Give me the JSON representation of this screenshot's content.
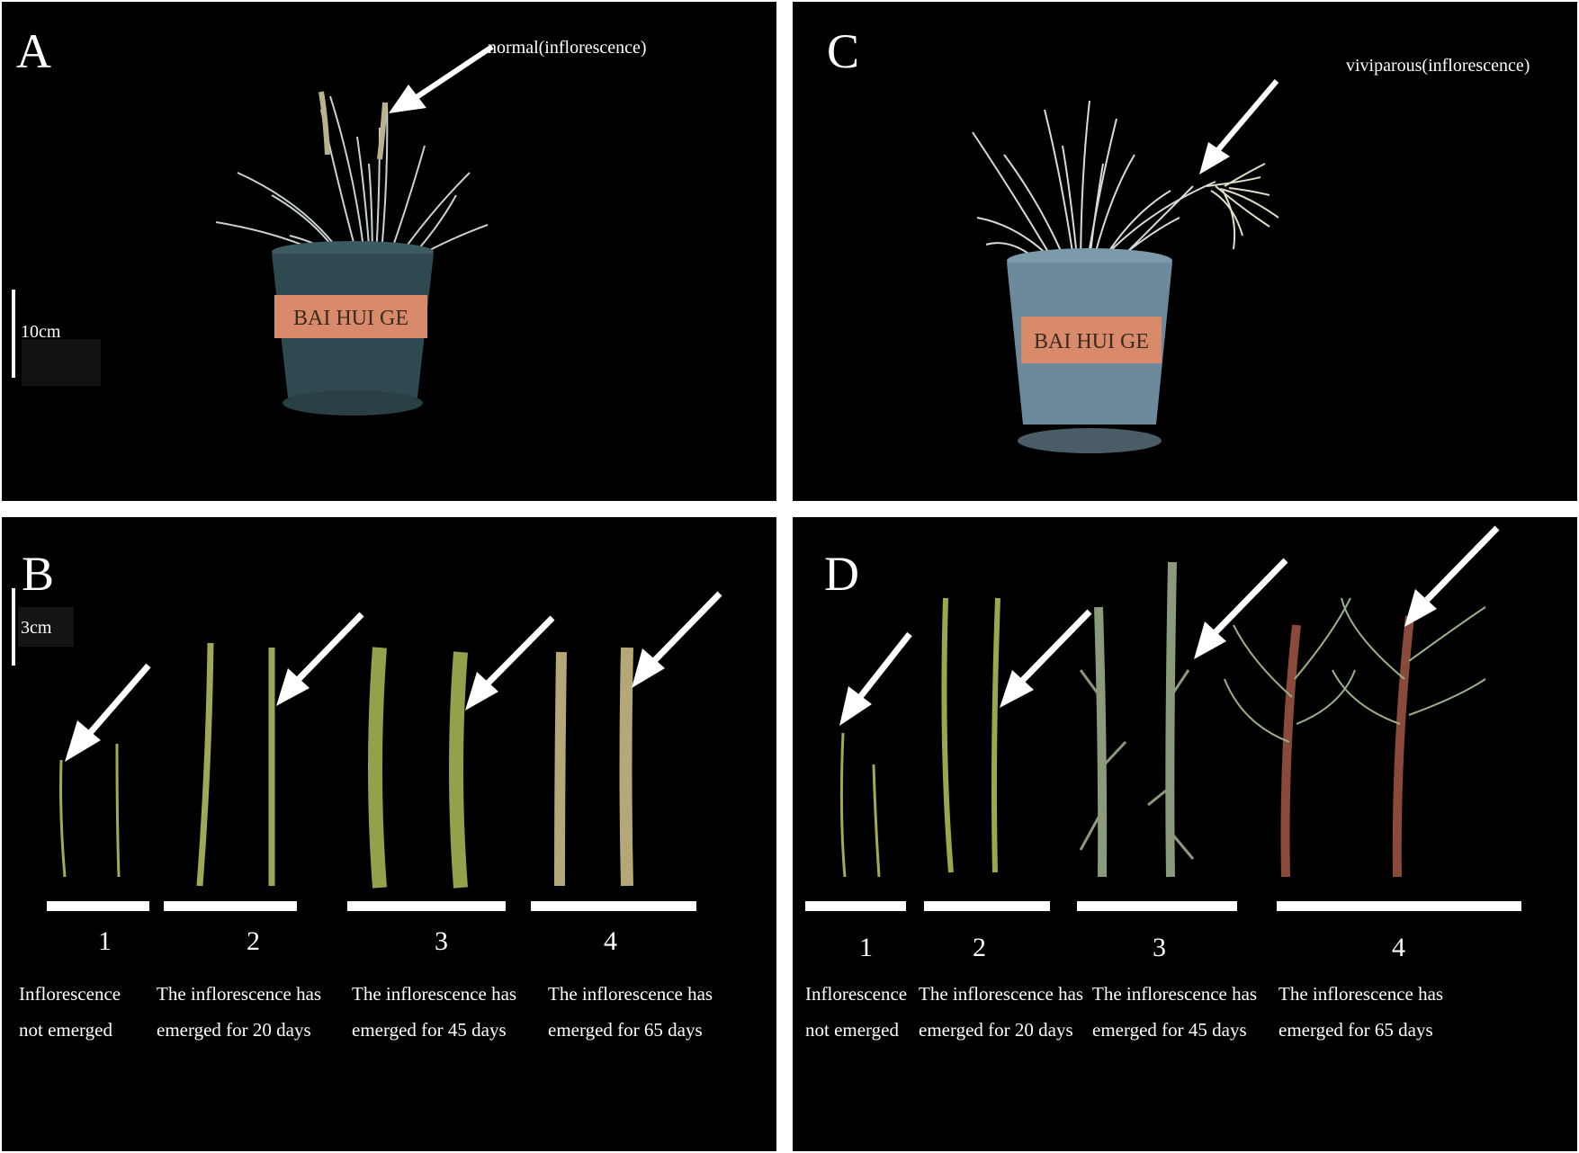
{
  "panels": {
    "a": {
      "label": "A",
      "annotation": "normal(inflorescence)",
      "scale": "10cm",
      "pot_text": "BAI HUI GE"
    },
    "c": {
      "label": "C",
      "annotation": "viviparous(inflorescence)",
      "pot_text": "BAI HUI GE"
    },
    "b": {
      "label": "B",
      "scale": "3cm",
      "stages": [
        {
          "number": "1",
          "caption_line1": "Inflorescence",
          "caption_line2": "not emerged"
        },
        {
          "number": "2",
          "caption_line1": "The inflorescence has",
          "caption_line2": "emerged for 20 days"
        },
        {
          "number": "3",
          "caption_line1": "The inflorescence has",
          "caption_line2": "emerged for 45 days"
        },
        {
          "number": "4",
          "caption_line1": "The inflorescence has",
          "caption_line2": "emerged for 65 days"
        }
      ]
    },
    "d": {
      "label": "D",
      "stages": [
        {
          "number": "1",
          "caption_line1": "Inflorescence",
          "caption_line2": "not emerged"
        },
        {
          "number": "2",
          "caption_line1": "The inflorescence has",
          "caption_line2": "emerged for 20 days"
        },
        {
          "number": "3",
          "caption_line1": "The inflorescence has",
          "caption_line2": "emerged for 45 days"
        },
        {
          "number": "4",
          "caption_line1": "The inflorescence has",
          "caption_line2": "emerged for 65 days"
        }
      ]
    }
  },
  "colors": {
    "background": "#000000",
    "separator": "#ffffff",
    "text": "#ffffff",
    "pot_normal": "#2e4a50",
    "pot_viviparous": "#6d8a9c",
    "pot_band": "#d98a6a",
    "grass": "#c9d3d0",
    "spike_green": "#9aa84a",
    "spike_purple": "#8a4a3a"
  }
}
